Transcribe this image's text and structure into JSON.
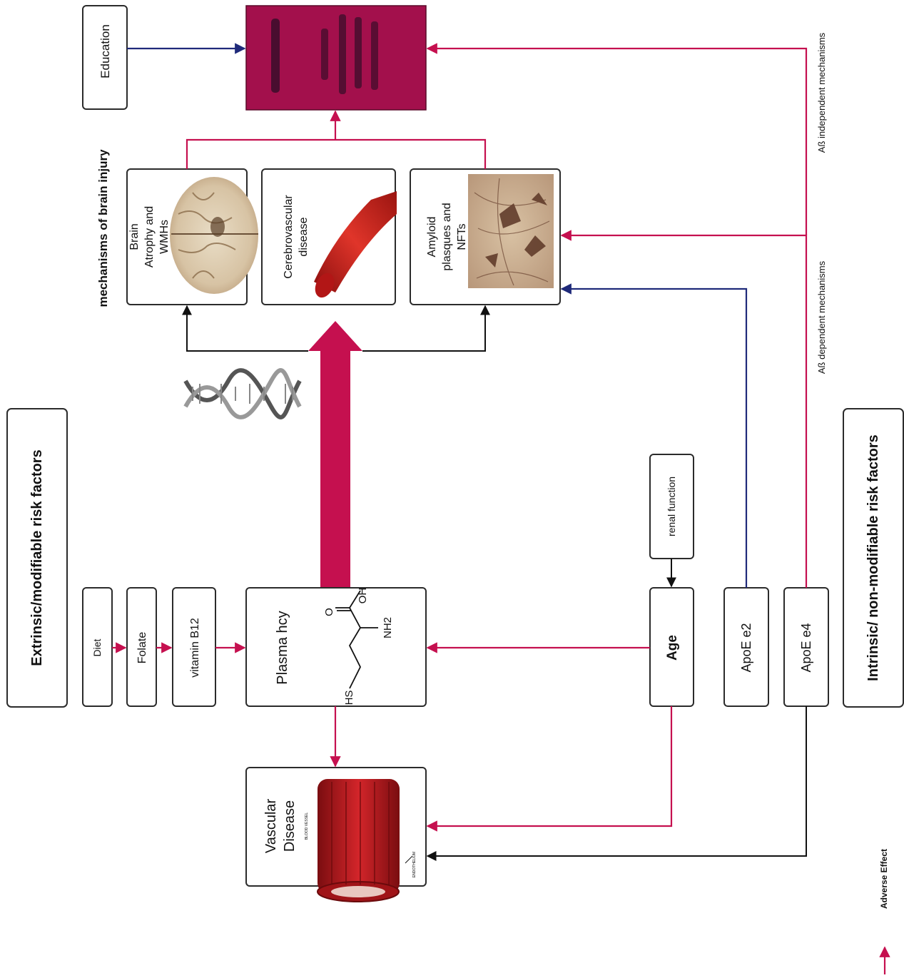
{
  "groups": {
    "extrinsic": "Extrinsic/modifiable risk factors",
    "intrinsic": "Intrinsic/ non-modifiable risk factors",
    "mechanisms": "mechanisms of brain injury"
  },
  "nodes": {
    "education": "Education",
    "diet": "Diet",
    "folate": "Folate",
    "vitamin_b12": "vitamin B12",
    "plasma_hcy": "Plasma hcy",
    "age": "Age",
    "renal_function": "renal function",
    "apoe_e2": "ApoE e2",
    "apoe_e4": "ApoE e4",
    "vascular_disease": [
      "Vascular",
      "Disease"
    ],
    "brain_atrophy": [
      "Brain",
      "Atrophy and",
      "WMHs"
    ],
    "cerebrovascular": [
      "Cerebrovascular",
      "disease"
    ],
    "amyloid": [
      "Amyloid",
      "plasques and",
      "NFTs"
    ]
  },
  "molecule": {
    "oxygen": "O",
    "hydroxyl": "OH",
    "amine": "NH2",
    "thiol": "HS"
  },
  "image_labels": {
    "blood_vessel": "BLOOD VESSEL",
    "endothelium": "ENDOTHELIUM"
  },
  "edge_labels": {
    "ab_dependent": "Aß dependent mechanisms",
    "ab_independent": "Aß independent mechanisms"
  },
  "legend": {
    "adverse_effect": "Adverse Effect"
  },
  "colors": {
    "adverse": "#c5104f",
    "protective": "#1f2a7a",
    "dementia_box": "#a3104c"
  }
}
